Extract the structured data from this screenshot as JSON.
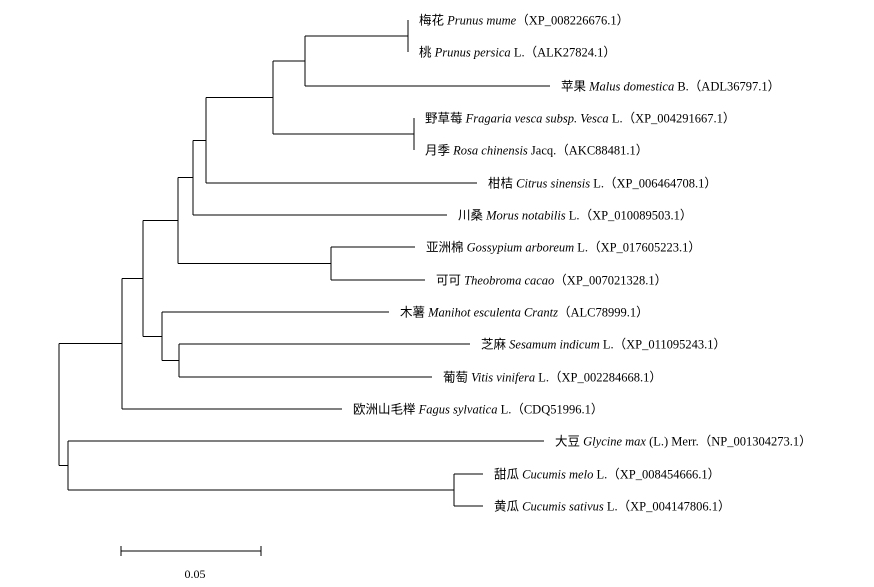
{
  "tree": {
    "leaves": [
      {
        "zh": "梅花",
        "sp": "Prunus mume",
        "auth": "",
        "acc": "（XP_008226676.1）"
      },
      {
        "zh": "桃",
        "sp": "Prunus persica",
        "auth": " L.",
        "acc": "（ALK27824.1）"
      },
      {
        "zh": "苹果",
        "sp": "Malus domestica",
        "auth": " B.",
        "acc": "（ADL36797.1）"
      },
      {
        "zh": "野草莓",
        "sp": "Fragaria vesca subsp. Vesca",
        "auth": " L.",
        "acc": "（XP_004291667.1）"
      },
      {
        "zh": "月季",
        "sp": "Rosa chinensis",
        "auth": " Jacq.",
        "acc": "（AKC88481.1）"
      },
      {
        "zh": "柑桔",
        "sp": "Citrus sinensis",
        "auth": " L.",
        "acc": "（XP_006464708.1）"
      },
      {
        "zh": "川桑",
        "sp": "Morus notabilis",
        "auth": " L.",
        "acc": "（XP_010089503.1）"
      },
      {
        "zh": "亚洲棉",
        "sp": "Gossypium arboreum",
        "auth": " L.",
        "acc": "（XP_017605223.1）"
      },
      {
        "zh": "可可",
        "sp": "Theobroma cacao",
        "auth": "",
        "acc": "（XP_007021328.1）"
      },
      {
        "zh": "木薯",
        "sp": "Manihot esculenta Crantz",
        "auth": "",
        "acc": "（ALC78999.1）"
      },
      {
        "zh": "芝麻",
        "sp": "Sesamum indicum",
        "auth": " L.",
        "acc": "（XP_011095243.1）"
      },
      {
        "zh": "葡萄",
        "sp": "Vitis vinifera",
        "auth": " L.",
        "acc": "（XP_002284668.1）"
      },
      {
        "zh": "欧洲山毛榉",
        "sp": "Fagus sylvatica",
        "auth": " L.",
        "acc": "（CDQ51996.1）"
      },
      {
        "zh": "大豆",
        "sp": "Glycine max",
        "auth": " (L.) Merr.",
        "acc": "（NP_001304273.1）"
      },
      {
        "zh": "甜瓜",
        "sp": "Cucumis melo",
        "auth": " L.",
        "acc": "（XP_008454666.1）"
      },
      {
        "zh": "黄瓜",
        "sp": "Cucumis sativus",
        "auth": " L.",
        "acc": "（XP_004147806.1）"
      }
    ]
  },
  "scale_bar": {
    "label": "0.05",
    "length": 0.05
  }
}
